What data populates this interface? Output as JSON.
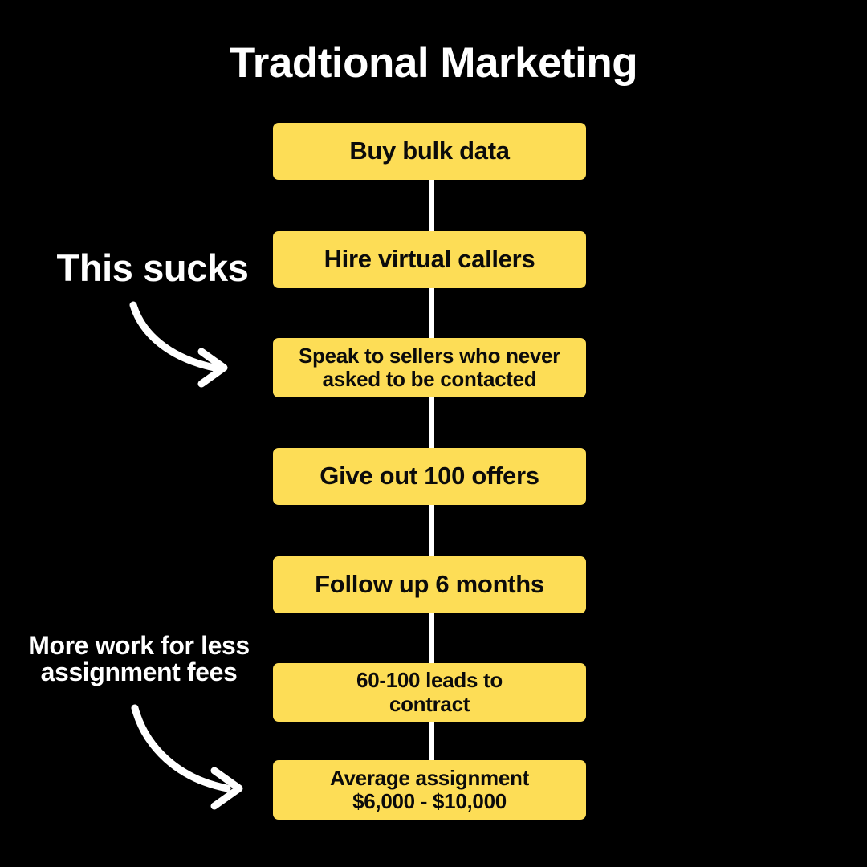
{
  "theme": {
    "background": "#000000",
    "box_fill": "#FDDD56",
    "box_text": "#0b0b0b",
    "accent_text": "#ffffff",
    "connector": "#ffffff"
  },
  "header": {
    "title": "Tradtional Marketing"
  },
  "flow": {
    "connector_icon": "vertical-line-connector",
    "steps": [
      {
        "id": "buy-bulk-data",
        "label": "Buy bulk data",
        "lines": 1
      },
      {
        "id": "hire-virtual-callers",
        "label": "Hire virtual callers",
        "lines": 1
      },
      {
        "id": "speak-to-sellers",
        "label": "Speak to sellers who never\nasked to be contacted",
        "lines": 2
      },
      {
        "id": "give-out-offers",
        "label": "Give out 100 offers",
        "lines": 1
      },
      {
        "id": "follow-up",
        "label": "Follow up 6 months",
        "lines": 1
      },
      {
        "id": "leads-to-contract",
        "label": "60-100 leads to\ncontract",
        "lines": 2
      },
      {
        "id": "average-assignment",
        "label": "Average assignment\n$6,000 - $10,000",
        "lines": 2
      }
    ]
  },
  "annotations": [
    {
      "id": "this-sucks",
      "text": "This sucks",
      "arrow_icon": "curved-arrow-down-right",
      "points_to": "speak-to-sellers"
    },
    {
      "id": "more-work-less-fees",
      "text": "More work for less\nassignment fees",
      "arrow_icon": "curved-arrow-down-right",
      "points_to": "average-assignment"
    }
  ]
}
